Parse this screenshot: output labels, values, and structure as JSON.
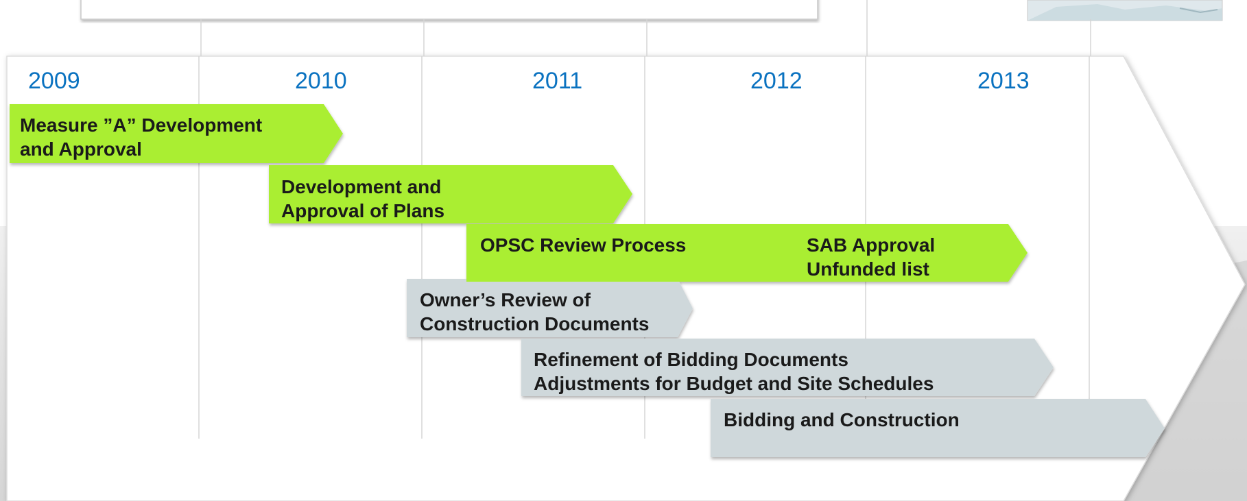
{
  "colors": {
    "accent_green": "#aaee33",
    "accent_gray": "#cfd8db",
    "year_blue": "#0a72c0",
    "arrow_fill": "#ffffff",
    "backdrop_gray": "#e3e3e3",
    "grid_line": "#d5d5d5"
  },
  "timeline": {
    "years": [
      "2009",
      "2010",
      "2011",
      "2012",
      "2013"
    ],
    "phases": [
      {
        "lines": [
          "Measure ”A” Development",
          "and Approval"
        ],
        "style": "green"
      },
      {
        "lines": [
          "Development and",
          "Approval of Plans"
        ],
        "style": "green"
      },
      {
        "lines": [
          "OPSC Review Process"
        ],
        "style": "green"
      },
      {
        "lines": [
          "SAB Approval",
          "Unfunded list"
        ],
        "style": "green"
      },
      {
        "lines": [
          "Owner’s Review of",
          "Construction Documents"
        ],
        "style": "gray"
      },
      {
        "lines": [
          "Refinement of Bidding Documents",
          "Adjustments for Budget and Site Schedules"
        ],
        "style": "gray"
      },
      {
        "lines": [
          "Bidding and Construction"
        ],
        "style": "gray"
      }
    ]
  }
}
